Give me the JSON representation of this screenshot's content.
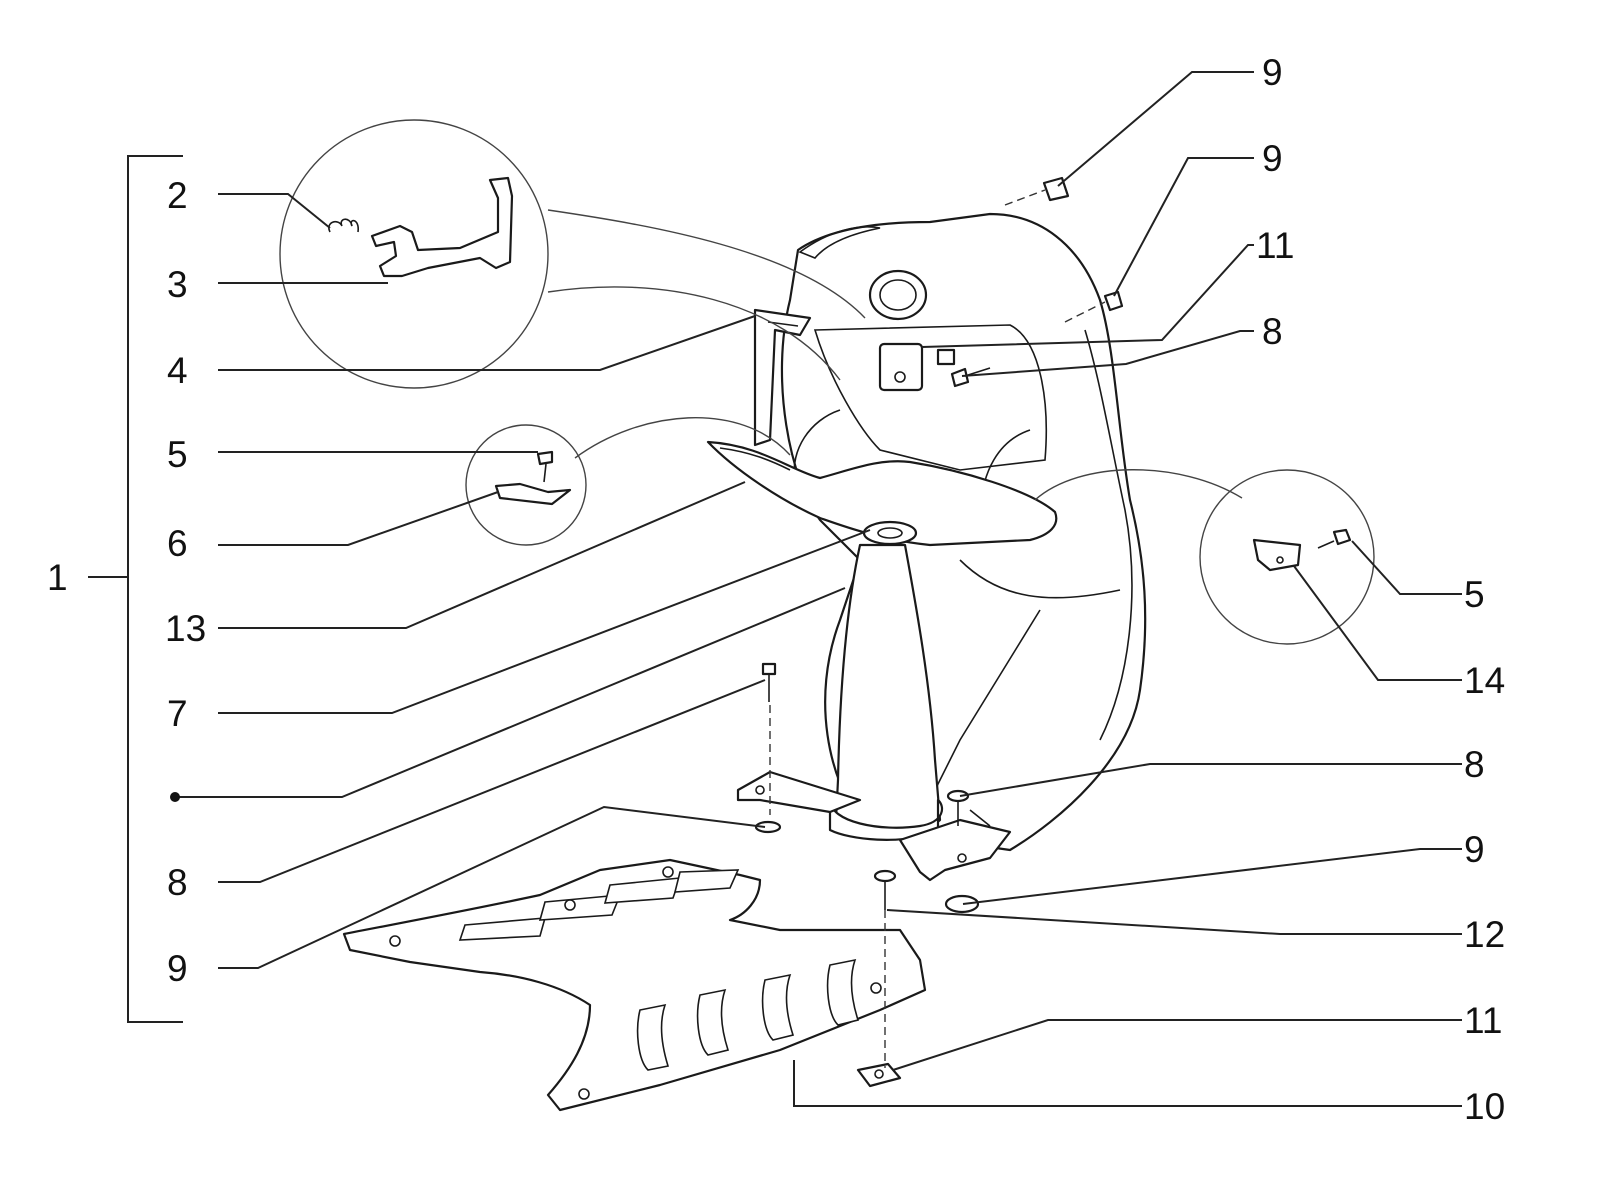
{
  "diagram": {
    "callouts": {
      "c1": "1",
      "c2": "2",
      "c3": "3",
      "c4": "4",
      "c5_left": "5",
      "c6": "6",
      "c13": "13",
      "c7": "7",
      "c8_left": "8",
      "c9_left": "9",
      "c9_top1": "9",
      "c9_top2": "9",
      "c11_top": "11",
      "c8_top": "8",
      "c5_right": "5",
      "c14": "14",
      "c8_mid": "8",
      "c9_mid": "9",
      "c12": "12",
      "c11_bottom": "11",
      "c10": "10"
    }
  }
}
